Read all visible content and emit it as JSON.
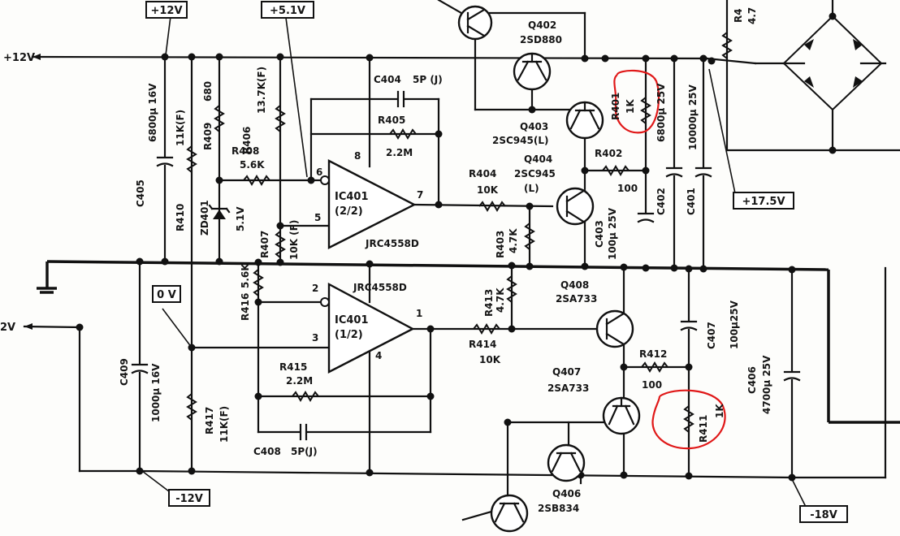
{
  "rails": {
    "p12": "+12V",
    "p5_1": "+5.1V",
    "p17_5": "+17.5V",
    "zero": "0 V",
    "m12": "-12V",
    "m18": "-18V",
    "edge_top": "+12V",
    "edge_mid": "2V"
  },
  "ic_upper": {
    "ref": "IC401",
    "unit": "(2/2)",
    "part": "JRC4558D",
    "pin_inv": "6",
    "pin_noninv": "5",
    "pin_out": "7",
    "pin_supply": "8"
  },
  "ic_lower": {
    "ref": "IC401",
    "unit": "(1/2)",
    "part": "JRC4558D",
    "pin_inv": "2",
    "pin_noninv": "3",
    "pin_out": "1",
    "pin_supply": "4"
  },
  "resistors": {
    "r402": {
      "ref": "R402",
      "value": "100"
    },
    "r403": {
      "ref": "R403",
      "value": "4.7K"
    },
    "r404": {
      "ref": "R404",
      "value": "10K"
    },
    "r405": {
      "ref": "R405",
      "value": "2.2M"
    },
    "r406": {
      "ref": "R406",
      "value": "13.7K(F)"
    },
    "r407": {
      "ref": "R407",
      "value": "10K (F)"
    },
    "r408": {
      "ref": "R408",
      "value": "5.6K"
    },
    "r409": {
      "ref": "R409",
      "value": "680"
    },
    "r410": {
      "ref": "R410",
      "value": "11K(F)"
    },
    "r411": {
      "ref": "R411",
      "value": "1K"
    },
    "r412": {
      "ref": "R412",
      "value": "100"
    },
    "r413": {
      "ref": "R413",
      "value": "4.7K"
    },
    "r414": {
      "ref": "R414",
      "value": "10K"
    },
    "r415": {
      "ref": "R415",
      "value": "2.2M"
    },
    "r416": {
      "ref": "R416",
      "value": "5.6K"
    },
    "r417": {
      "ref": "R417",
      "value": "11K(F)"
    },
    "r401": {
      "ref": "R401",
      "value": "1K"
    }
  },
  "capacitors": {
    "c401": {
      "ref": "C401",
      "value": "10000µ 25V"
    },
    "c402": {
      "ref": "C402",
      "value": "6800µ 25V"
    },
    "c403": {
      "ref": "C403",
      "value": "100µ 25V"
    },
    "c404": {
      "ref": "C404",
      "value": "5P (J)"
    },
    "c405": {
      "ref": "C405",
      "value": "6800µ 16V"
    },
    "c406": {
      "ref": "C406",
      "value": "4700µ 25V"
    },
    "c407": {
      "ref": "C407",
      "value": "100µ25V"
    },
    "c408": {
      "ref": "C408",
      "value": "5P(J)"
    },
    "c409": {
      "ref": "C409",
      "value": "1000µ 16V"
    }
  },
  "transistors": {
    "q402": {
      "ref": "Q402",
      "part": "2SD880"
    },
    "q403": {
      "ref": "Q403",
      "part": "2SC945(L)"
    },
    "q404": {
      "ref": "Q404",
      "part": "2SC945",
      "suffix": "(L)"
    },
    "q406": {
      "ref": "Q406",
      "part": "2SB834"
    },
    "q407": {
      "ref": "Q407",
      "part": "2SA733"
    },
    "q408": {
      "ref": "Q408",
      "part": "2SA733"
    }
  },
  "diodes": {
    "zd401": {
      "ref": "ZD401",
      "value": "5.1V"
    }
  },
  "partial_right": {
    "ref_top": "R4",
    "value_top": "4.7"
  },
  "annotations": {
    "highlight_color": "#e01818",
    "ink_color": "#111111"
  }
}
